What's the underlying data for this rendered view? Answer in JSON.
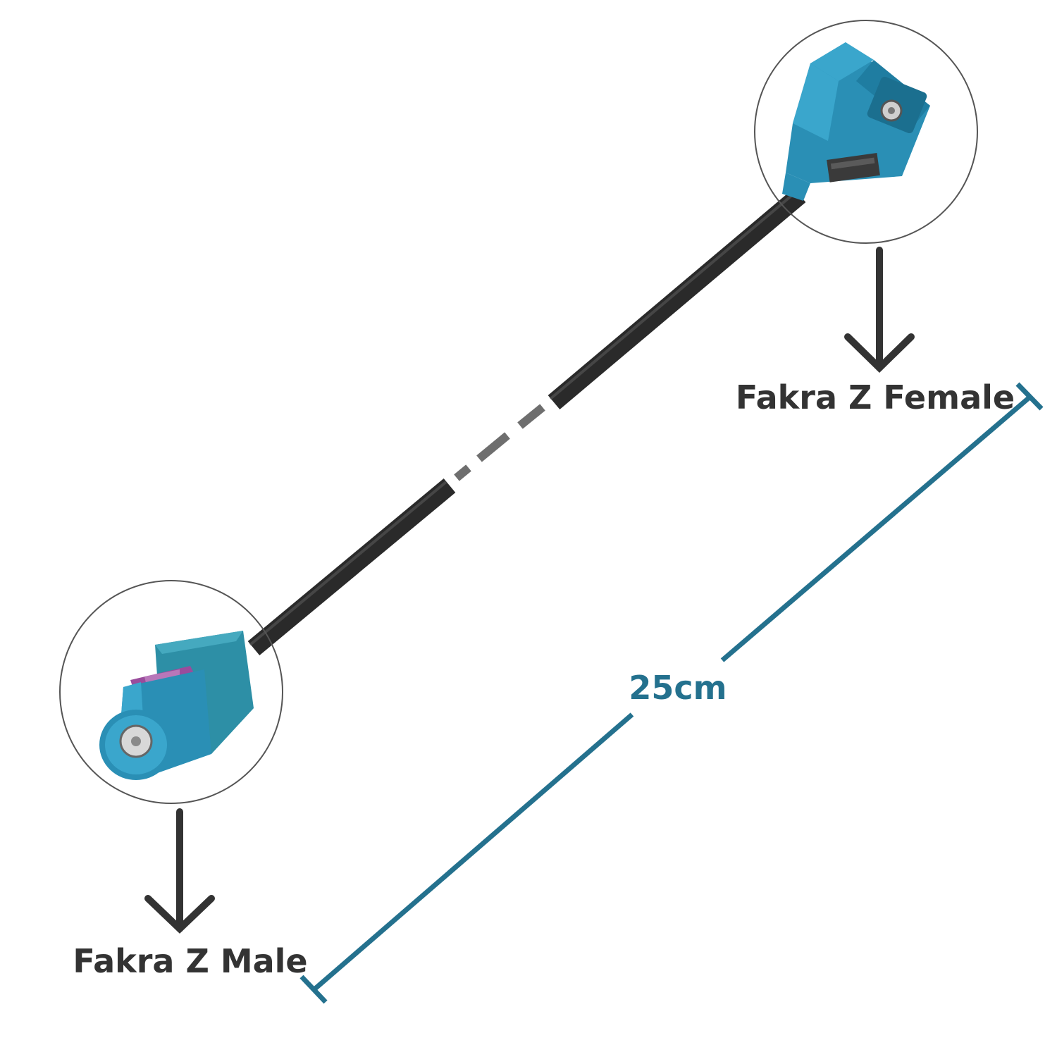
{
  "labels": {
    "female": "Fakra Z Female",
    "male": "Fakra Z Male",
    "length": "25cm"
  },
  "colors": {
    "background": "#ffffff",
    "cable": "#2a2a2a",
    "cable_gap": "#6e6e6e",
    "connector_body": "#2a8fb5",
    "male_body": "#2d8fa6",
    "male_key": "#9a4c9c",
    "dimension_line": "#24718e",
    "label_text": "#333333",
    "arrow": "#333333",
    "circle_outline": "#555555"
  },
  "icons": {
    "female_connector": "fakra-z-female-connector-icon",
    "male_connector": "fakra-z-male-connector-icon",
    "arrow": "down-arrow-icon"
  }
}
